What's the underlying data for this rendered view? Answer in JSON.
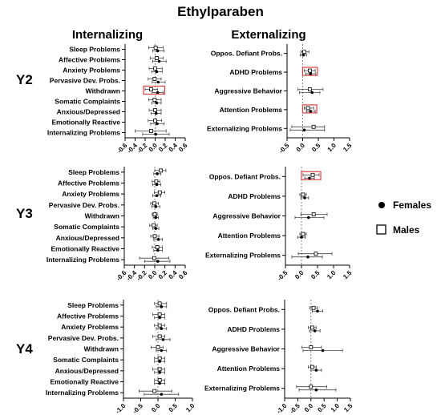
{
  "title": "Ethylparaben",
  "column_titles": [
    "Internalizing",
    "Externalizing"
  ],
  "row_titles": [
    "Y2",
    "Y3",
    "Y4"
  ],
  "legend": {
    "females": "Females",
    "males": "Males"
  },
  "chart_data": [
    {
      "type": "forest",
      "row": "Y2",
      "column": "Internalizing",
      "xlim": [
        -0.6,
        0.6
      ],
      "xticks": [
        "-0.6",
        "-0.4",
        "-0.2",
        "0.0",
        "0.2",
        "0.4",
        "0.6"
      ],
      "categories": [
        "Sleep Problems",
        "Affective Problems",
        "Anxiety Problems",
        "Pervasive Dev. Probs.",
        "Withdrawn",
        "Somatic Complaints",
        "Anxious/Depressed",
        "Emotionally Reactive",
        "Internalizing Problems"
      ],
      "series": [
        {
          "name": "Males",
          "estimate": [
            0.01,
            0.03,
            0.0,
            -0.01,
            -0.08,
            -0.01,
            0.0,
            0.0,
            -0.08
          ],
          "lower": [
            -0.13,
            -0.1,
            -0.12,
            -0.14,
            -0.2,
            -0.13,
            -0.12,
            -0.14,
            -0.4
          ],
          "upper": [
            0.16,
            0.16,
            0.14,
            0.12,
            0.05,
            0.12,
            0.12,
            0.13,
            0.22
          ]
        },
        {
          "name": "Females",
          "estimate": [
            0.05,
            0.08,
            0.03,
            0.06,
            0.05,
            0.03,
            0.02,
            0.04,
            0.01
          ],
          "lower": [
            -0.05,
            -0.05,
            -0.07,
            -0.06,
            -0.06,
            -0.07,
            -0.08,
            -0.09,
            -0.25
          ],
          "upper": [
            0.18,
            0.22,
            0.14,
            0.2,
            0.16,
            0.12,
            0.12,
            0.18,
            0.28
          ]
        }
      ],
      "highlighted": [
        "Withdrawn"
      ]
    },
    {
      "type": "forest",
      "row": "Y2",
      "column": "Externalizing",
      "xlim": [
        -0.5,
        1.5
      ],
      "xticks": [
        "-0.5",
        "0.0",
        "0.5",
        "1.0",
        "1.5"
      ],
      "categories": [
        "Oppos. Defiant Probs.",
        "ADHD Problems",
        "Aggressive Behavior",
        "Attention Problems",
        "Externalizing Problems"
      ],
      "series": [
        {
          "name": "Males",
          "estimate": [
            0.05,
            0.23,
            0.23,
            0.17,
            0.35
          ],
          "lower": [
            -0.05,
            0.05,
            -0.15,
            0.05,
            -0.35
          ],
          "upper": [
            0.2,
            0.4,
            0.65,
            0.35,
            0.7
          ]
        },
        {
          "name": "Females",
          "estimate": [
            0.02,
            0.25,
            0.3,
            0.25,
            0.05
          ],
          "lower": [
            -0.08,
            0.1,
            -0.1,
            0.12,
            -0.4
          ],
          "upper": [
            0.12,
            0.42,
            0.55,
            0.4,
            0.7
          ]
        }
      ],
      "highlighted": [
        "ADHD Problems",
        "Attention Problems"
      ]
    },
    {
      "type": "forest",
      "row": "Y3",
      "column": "Internalizing",
      "xlim": [
        -0.6,
        0.6
      ],
      "xticks": [
        "-0.6",
        "-0.4",
        "-0.2",
        "0.0",
        "0.2",
        "0.4",
        "0.6"
      ],
      "categories": [
        "Sleep Problems",
        "Affective Problems",
        "Anxiety Problems",
        "Pervasive Dev. Probs.",
        "Withdrawn",
        "Somatic Complaints",
        "Anxious/Depressed",
        "Emotionally Reactive",
        "Internalizing Problems"
      ],
      "series": [
        {
          "name": "Males",
          "estimate": [
            0.12,
            0.03,
            0.1,
            -0.01,
            0.0,
            -0.02,
            0.0,
            0.05,
            -0.01
          ],
          "lower": [
            0.0,
            -0.05,
            -0.01,
            -0.08,
            -0.05,
            -0.1,
            -0.08,
            -0.05,
            -0.3
          ],
          "upper": [
            0.22,
            0.1,
            0.2,
            0.07,
            0.05,
            0.05,
            0.08,
            0.15,
            0.28
          ]
        },
        {
          "name": "Females",
          "estimate": [
            0.05,
            0.04,
            0.04,
            0.02,
            0.02,
            0.02,
            0.07,
            0.06,
            0.06
          ],
          "lower": [
            -0.02,
            -0.04,
            -0.04,
            -0.06,
            -0.03,
            -0.04,
            -0.02,
            -0.02,
            -0.2
          ],
          "upper": [
            0.12,
            0.12,
            0.12,
            0.1,
            0.07,
            0.08,
            0.15,
            0.15,
            0.3
          ]
        }
      ],
      "highlighted": []
    },
    {
      "type": "forest",
      "row": "Y3",
      "column": "Externalizing",
      "xlim": [
        -0.5,
        1.5
      ],
      "xticks": [
        "-0.5",
        "0.0",
        "0.5",
        "1.0",
        "1.5"
      ],
      "categories": [
        "Oppos. Defiant Probs.",
        "ADHD Problems",
        "Aggressive Behavior",
        "Attention Problems",
        "Externalizing Problems"
      ],
      "series": [
        {
          "name": "Males",
          "estimate": [
            0.35,
            0.05,
            0.38,
            0.05,
            0.45
          ],
          "lower": [
            0.05,
            -0.05,
            -0.02,
            -0.05,
            -0.1
          ],
          "upper": [
            0.55,
            0.15,
            0.8,
            0.15,
            0.95
          ]
        },
        {
          "name": "Females",
          "estimate": [
            0.25,
            0.1,
            0.22,
            0.0,
            0.2
          ],
          "lower": [
            0.1,
            -0.02,
            -0.2,
            -0.12,
            -0.3
          ],
          "upper": [
            0.4,
            0.22,
            0.7,
            0.12,
            0.65
          ]
        }
      ],
      "highlighted": [
        "Oppos. Defiant Probs."
      ]
    },
    {
      "type": "forest",
      "row": "Y4",
      "column": "Internalizing",
      "xlim": [
        -1.0,
        1.0
      ],
      "xticks": [
        "-1.0",
        "-0.5",
        "0.0",
        "0.5",
        "1.0"
      ],
      "categories": [
        "Sleep Problems",
        "Affective Problems",
        "Anxiety Problems",
        "Pervasive Dev. Probs.",
        "Withdrawn",
        "Somatic Complaints",
        "Anxious/Depressed",
        "Emotionally Reactive",
        "Internalizing Problems"
      ],
      "series": [
        {
          "name": "Males",
          "estimate": [
            0.05,
            0.05,
            0.05,
            0.05,
            0.0,
            0.05,
            0.05,
            0.05,
            -0.1
          ],
          "lower": [
            -0.1,
            -0.15,
            -0.1,
            -0.15,
            -0.2,
            -0.1,
            -0.15,
            -0.1,
            -0.55
          ],
          "upper": [
            0.25,
            0.2,
            0.2,
            0.2,
            0.15,
            0.2,
            0.2,
            0.2,
            0.4
          ]
        },
        {
          "name": "Females",
          "estimate": [
            0.1,
            0.05,
            0.1,
            0.15,
            0.1,
            0.05,
            0.05,
            0.05,
            0.1
          ],
          "lower": [
            -0.05,
            -0.1,
            -0.05,
            -0.05,
            -0.05,
            -0.1,
            -0.1,
            -0.1,
            -0.4
          ],
          "upper": [
            0.25,
            0.2,
            0.25,
            0.35,
            0.25,
            0.2,
            0.2,
            0.2,
            0.6
          ]
        }
      ],
      "highlighted": []
    },
    {
      "type": "forest",
      "row": "Y4",
      "column": "Externalizing",
      "xlim": [
        -1.0,
        1.5
      ],
      "xticks": [
        "-1.0",
        "-0.5",
        "0.0",
        "0.5",
        "1.0",
        "1.5"
      ],
      "categories": [
        "Oppos. Defiant Probs.",
        "ADHD Problems",
        "Aggressive Behavior",
        "Attention Problems",
        "Externalizing Problems"
      ],
      "series": [
        {
          "name": "Males",
          "estimate": [
            0.1,
            0.05,
            0.0,
            0.05,
            0.0
          ],
          "lower": [
            -0.05,
            -0.1,
            -0.35,
            -0.1,
            -0.55
          ],
          "upper": [
            0.25,
            0.2,
            0.4,
            0.2,
            0.6
          ]
        },
        {
          "name": "Females",
          "estimate": [
            0.25,
            0.15,
            0.45,
            0.2,
            0.2
          ],
          "lower": [
            0.05,
            -0.05,
            -0.3,
            0.0,
            -0.45
          ],
          "upper": [
            0.45,
            0.35,
            1.2,
            0.4,
            0.95
          ]
        }
      ],
      "highlighted": []
    }
  ]
}
